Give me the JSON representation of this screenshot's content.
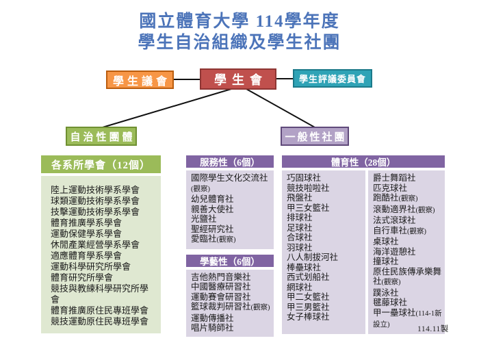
{
  "title": {
    "line1": "國立體育大學 114學年度",
    "line2": "學生自治組織及學生社團"
  },
  "org_boxes": {
    "student_congress": "學生議會",
    "student_association": "學生會",
    "student_review_committee": "學生評議委員會",
    "self_governing_group": "自治性團體",
    "general_clubs_group": "一般性社團"
  },
  "left_column": {
    "header": "各系所學會（12個）",
    "items": [
      "陸上運動技術學系學會",
      "球類運動技術學系學會",
      "技擊運動技術學系學會",
      "體育推廣學系學會",
      "運動保健學系學會",
      "休閒產業經營學系學會",
      "適應體育學系學會",
      "運動科學研究所學會",
      "體育研究所學會",
      "競技與教練科學研究所學會",
      "體育推廣原住民專班學會",
      "競技運動原住民專班學會"
    ]
  },
  "middle_column": {
    "service_section": {
      "header": "服務性（6個）",
      "items": [
        "國際學生文化交流社(觀察)",
        "幼兒體育社",
        "親善大使社",
        "光鹽社",
        "聖經研究社",
        "愛臨社(觀察)"
      ]
    },
    "arts_section": {
      "header": "學藝性（6個）",
      "items": [
        "吉他熱門音樂社",
        "中國醫療研習社",
        "運動賽會研習社",
        "籃球裁判研習社(觀察)",
        "運動傳播社",
        "唱片騎師社"
      ]
    }
  },
  "right_column": {
    "header": "體育性（28個）",
    "col1_items": [
      "巧固球社",
      "競技啦啦社",
      "飛盤社",
      "甲三女籃社",
      "排球社",
      "足球社",
      "合球社",
      "羽球社",
      "八人制拔河社",
      "棒壘球社",
      "西式划船社",
      "網球社",
      "甲二女籃社",
      "甲三男籃社",
      "女子棒球社"
    ],
    "col2_items": [
      "爵士舞蹈社",
      "匹克球社",
      "跑酷社(觀察)",
      "滾動適界社(觀察)",
      "法式滾球社",
      "自行車社(觀察)",
      "桌球社",
      "海洋遊憩社",
      "撞球社",
      "原住民族傳承樂舞社(觀察)",
      "蹼泳社",
      "毽藤球社",
      "甲一壘球社(114-1新設立)"
    ]
  },
  "footer": {
    "note": "114.11製"
  },
  "colors": {
    "title_blue": "#4C74B9",
    "congress_orange": "#F79646",
    "association_red": "#C0504D",
    "review_teal": "#2FA3B6",
    "green": "#9BBB59",
    "green_light": "#DFE8D1",
    "purple": "#8064A2",
    "purple_box": "#B2A2C6",
    "purple_light": "#DBD5E4",
    "connector_black": "#111111"
  }
}
